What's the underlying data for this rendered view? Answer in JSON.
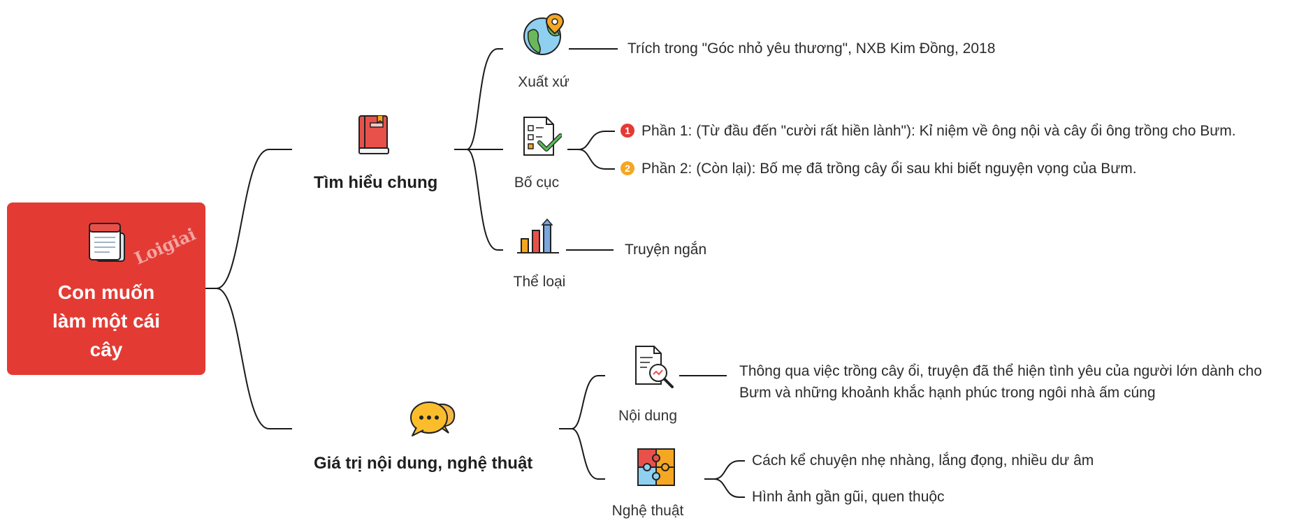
{
  "root": {
    "title": "Con muốn\nlàm một cái\ncây",
    "watermark": "Loigiai"
  },
  "branches": [
    {
      "label": "Tìm hiểu chung",
      "icon": "book-icon",
      "nodes": [
        {
          "label": "Xuất xứ",
          "icon": "globe-pin-icon",
          "leaves": [
            "Trích trong \"Góc nhỏ yêu thương\", NXB Kim Đồng, 2018"
          ]
        },
        {
          "label": "Bố cục",
          "icon": "checklist-icon",
          "leaves": [
            "Phần 1: (Từ đầu đến \"cười rất hiền lành\"): Kỉ niệm về ông nội và cây ổi ông trồng cho Bưm.",
            "Phần 2: (Còn lại): Bố mẹ đã trồng cây ổi sau khi biết nguyện vọng của Bưm."
          ],
          "markers": [
            "1",
            "2"
          ]
        },
        {
          "label": "Thể loại",
          "icon": "bar-chart-icon",
          "leaves": [
            "Truyện ngắn"
          ]
        }
      ]
    },
    {
      "label": "Giá trị nội dung, nghệ thuật",
      "icon": "chat-bubbles-icon",
      "nodes": [
        {
          "label": "Nội dung",
          "icon": "document-search-icon",
          "leaves": [
            "Thông qua việc trồng cây ổi, truyện đã thể hiện tình yêu của người lớn dành cho Bưm và những khoảnh khắc hạnh phúc trong ngôi nhà ấm cúng"
          ]
        },
        {
          "label": "Nghệ thuật",
          "icon": "puzzle-icon",
          "leaves": [
            "Cách kể chuyện nhẹ nhàng, lắng đọng, nhiều dư âm",
            "Hình ảnh gần gũi, quen thuộc"
          ]
        }
      ]
    }
  ],
  "colors": {
    "root_bg": "#e33b34",
    "line": "#1a1a1a",
    "marker_1": "#e53935",
    "marker_2": "#f5a623"
  }
}
